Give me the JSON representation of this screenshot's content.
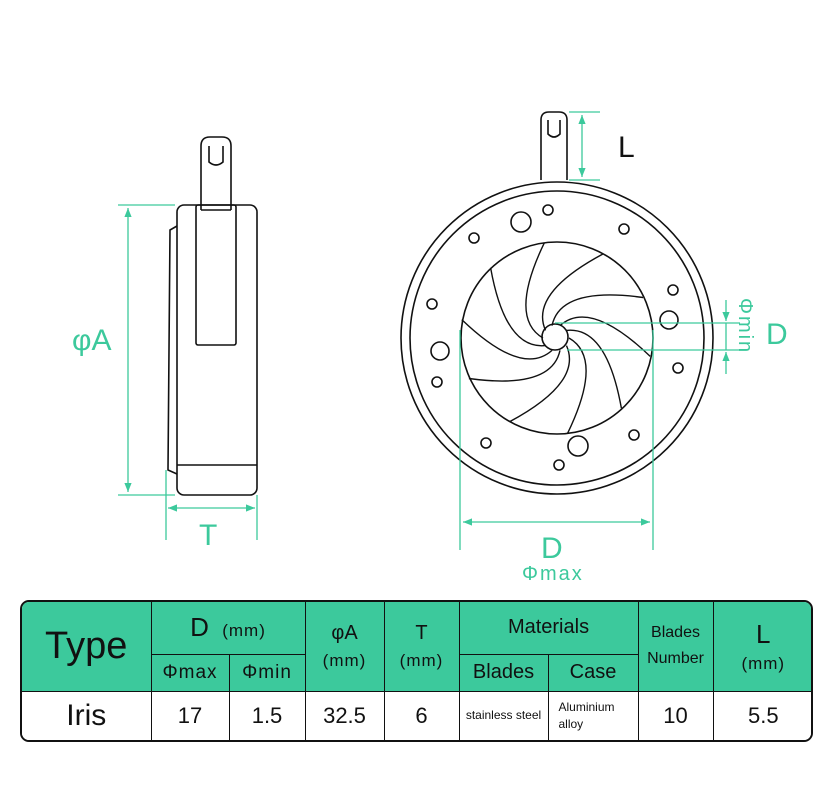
{
  "diagram": {
    "side_view": {
      "diameter_label": "φA",
      "thickness_label": "T"
    },
    "front_view": {
      "lever_length_label": "L",
      "min_aperture_label": "D",
      "min_aperture_sub": "Φmin",
      "max_aperture_label": "D",
      "max_aperture_sub": "Φmax"
    },
    "colors": {
      "dimension": "#3cc99c",
      "outline": "#111111",
      "header_fill": "#3cc99c"
    }
  },
  "table": {
    "headers": {
      "type": "Type",
      "d": "D",
      "d_unit": "(mm)",
      "phimax": "Φmax",
      "phimin": "Φmin",
      "phiA": "φA",
      "phiA_unit": "(mm)",
      "t": "T",
      "t_unit": "(mm)",
      "materials": "Materials",
      "blades": "Blades",
      "case": "Case",
      "blades_number_1": "Blades",
      "blades_number_2": "Number",
      "l": "L",
      "l_unit": "(mm)"
    },
    "row": {
      "type": "Iris",
      "phimax": "17",
      "phimin": "1.5",
      "phiA": "32.5",
      "t": "6",
      "blades_material": "stainless steel",
      "case_material_1": "Aluminium",
      "case_material_2": "alloy",
      "blades_number": "10",
      "l": "5.5"
    }
  }
}
